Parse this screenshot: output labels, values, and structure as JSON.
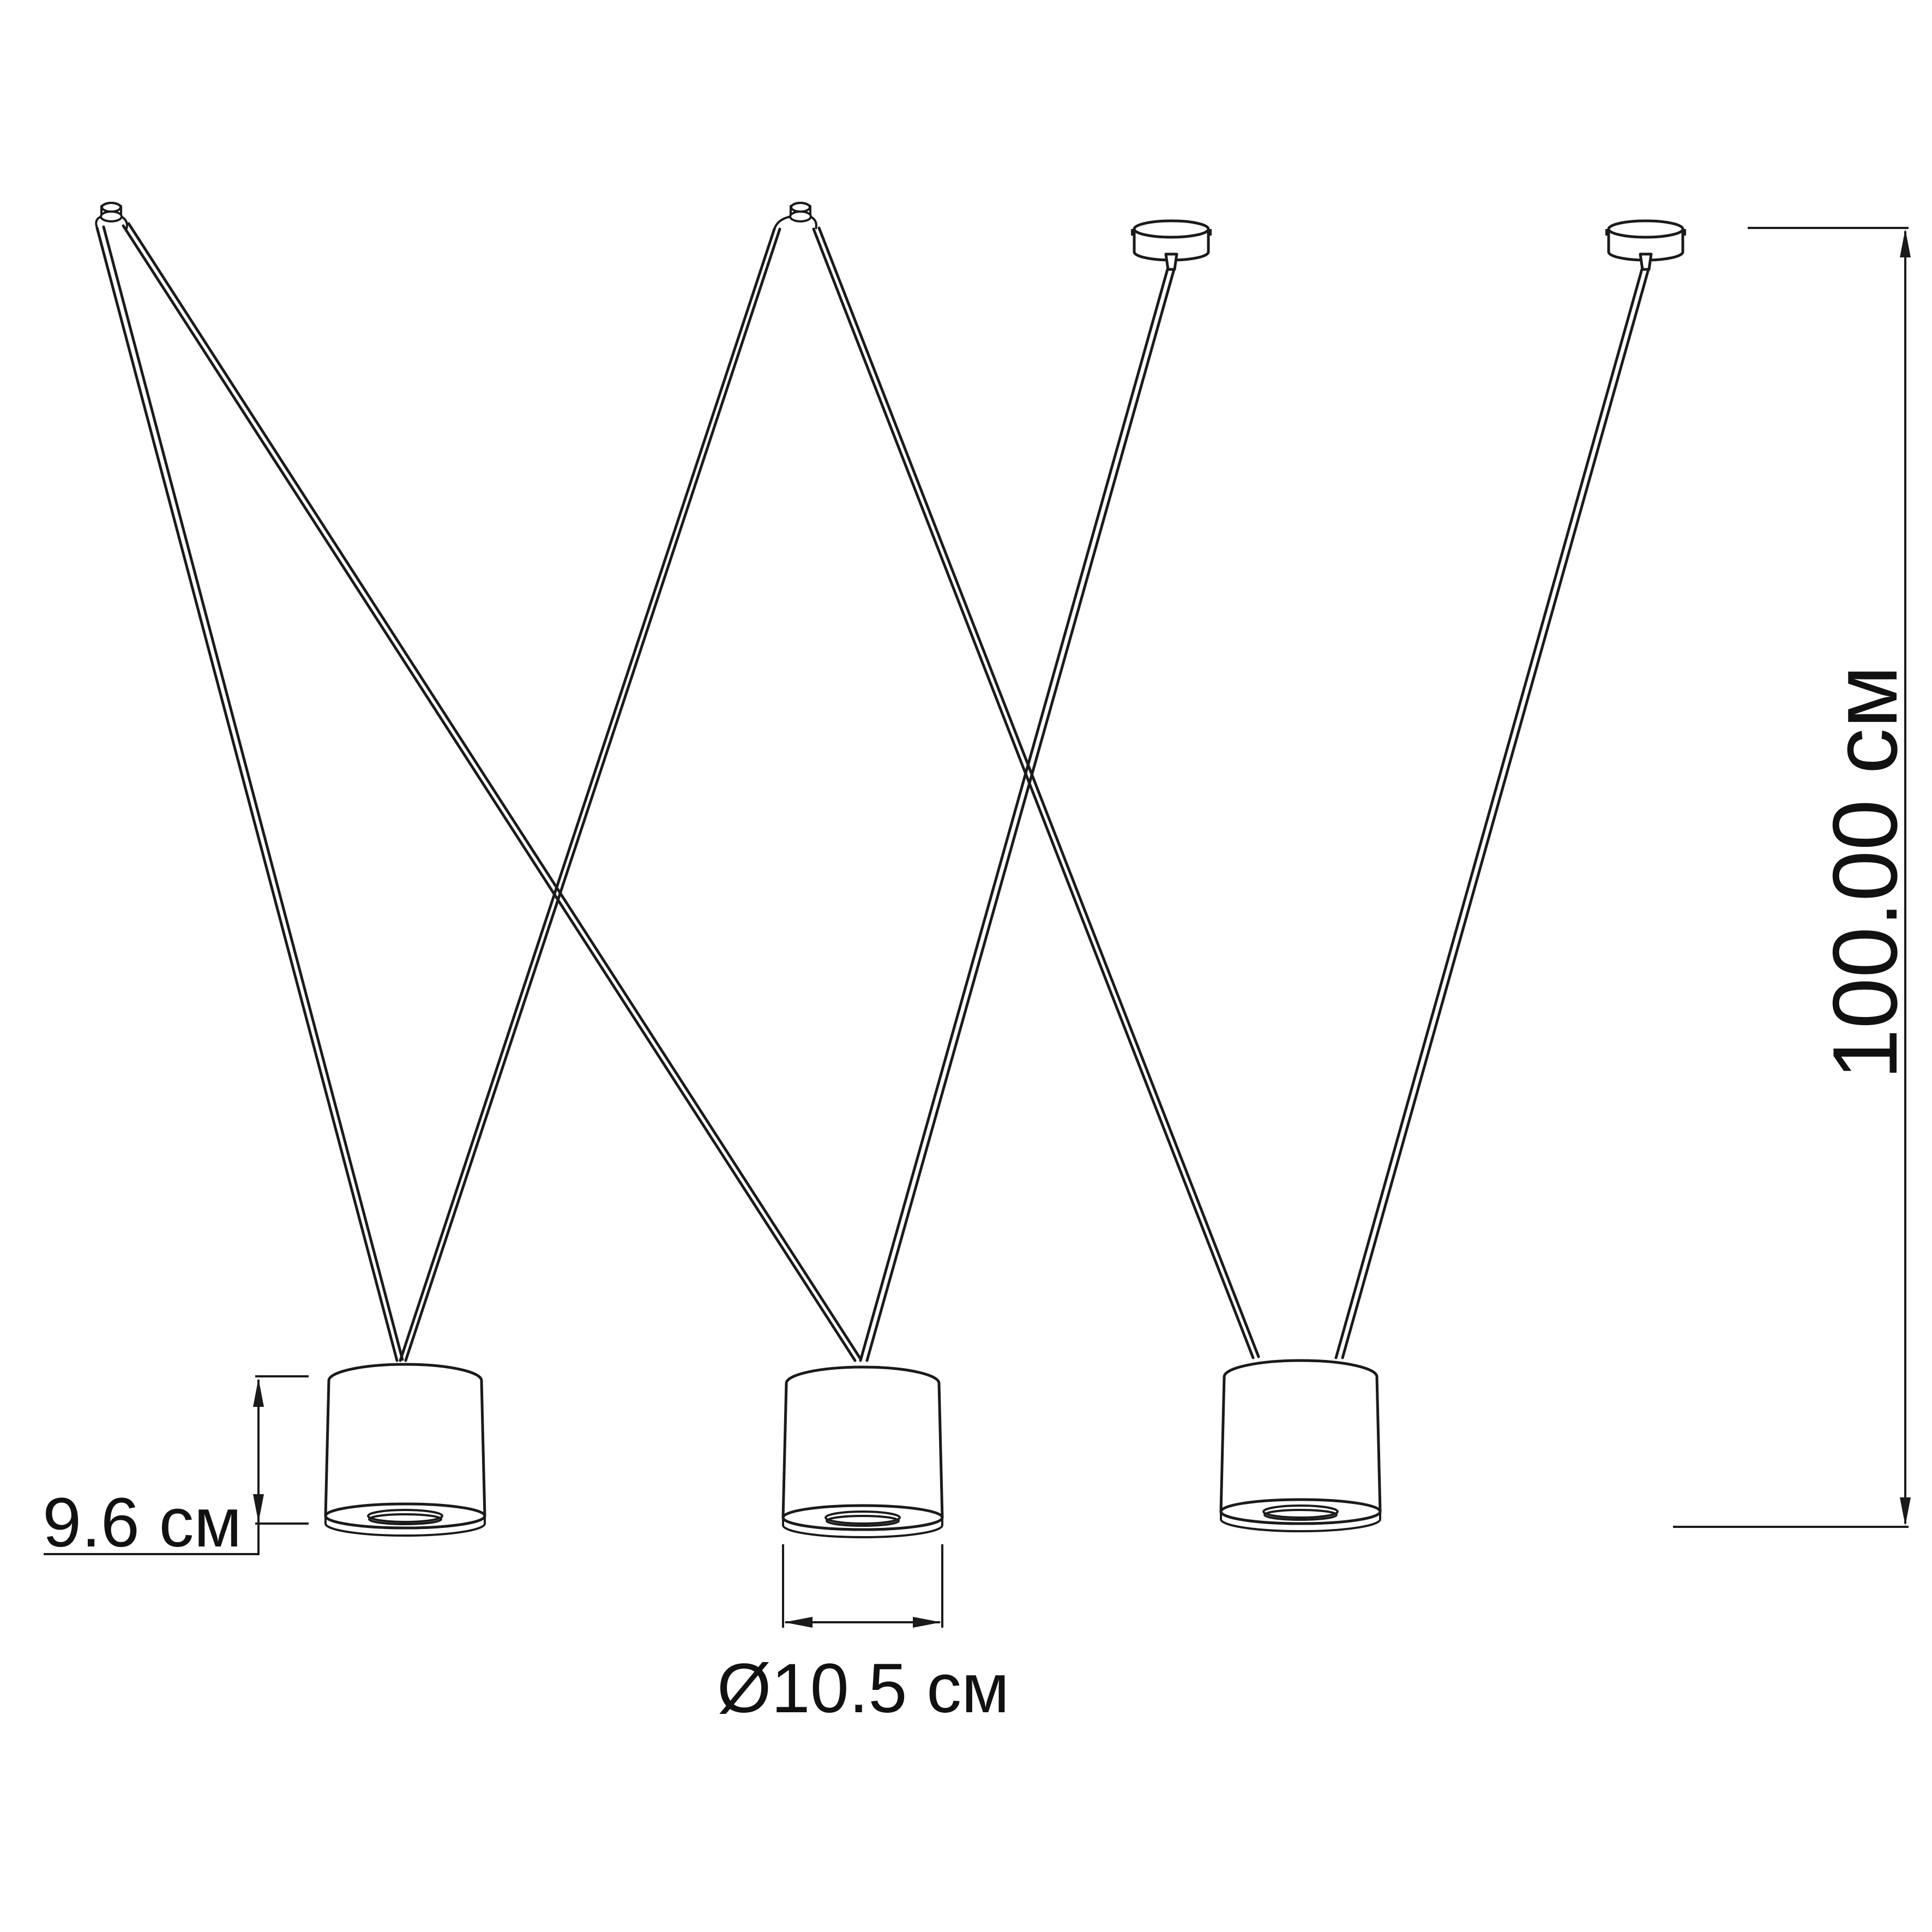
{
  "dimensions": {
    "shade_height": "9.6 см",
    "shade_diameter": "Ø10.5 см",
    "total_height": "100.00 см"
  },
  "colors": {
    "line": "#1a1a1a",
    "background": "#ffffff"
  }
}
